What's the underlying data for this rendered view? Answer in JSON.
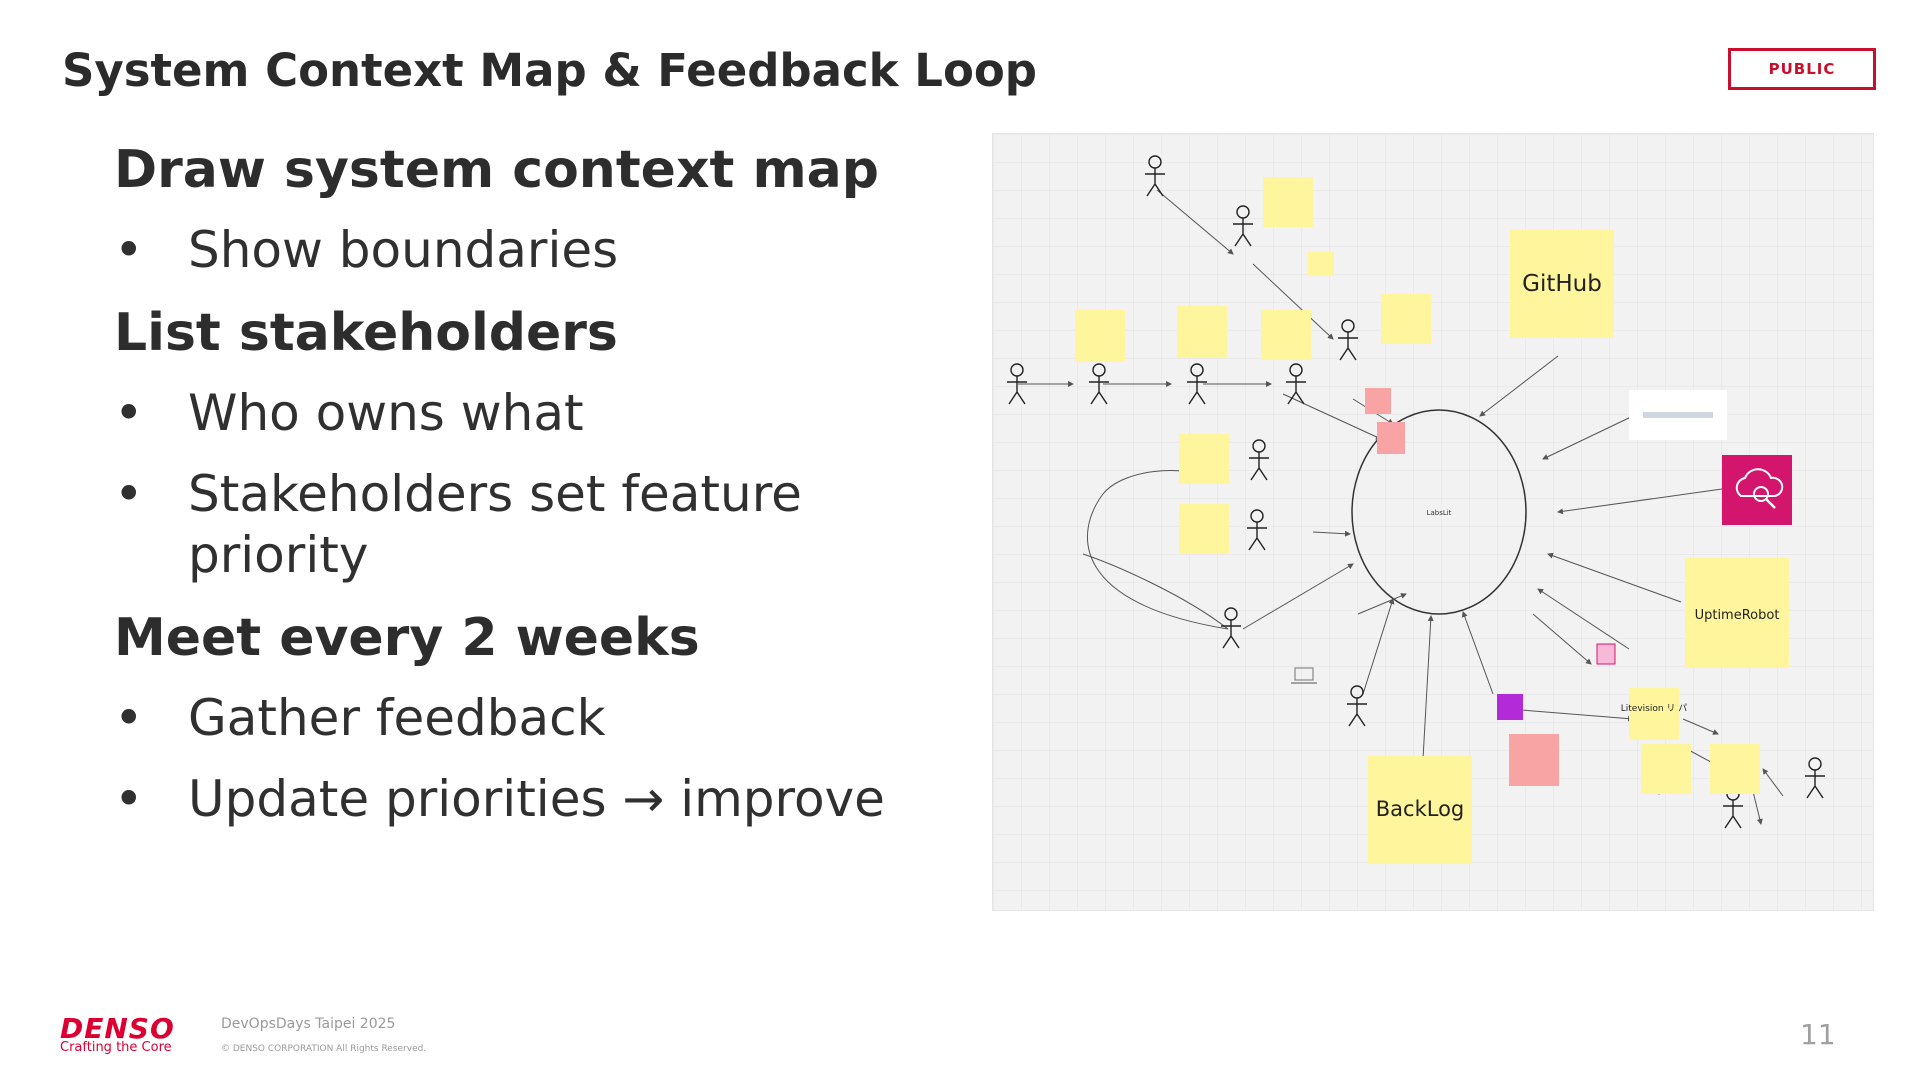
{
  "slide": {
    "title": "System Context Map & Feedback Loop",
    "badge": "PUBLIC",
    "accent_color": "#c8102e"
  },
  "bullets": [
    {
      "kind": "heading",
      "text": "Draw system context map"
    },
    {
      "kind": "item",
      "text": "Show boundaries"
    },
    {
      "kind": "heading",
      "text": "List stakeholders"
    },
    {
      "kind": "item",
      "text": "Who owns what"
    },
    {
      "kind": "item",
      "text": "Stakeholders set feature priority"
    },
    {
      "kind": "heading",
      "text": "Meet every 2 weeks"
    },
    {
      "kind": "item",
      "text": "Gather feedback"
    },
    {
      "kind": "item",
      "text": "Update priorities → improve"
    }
  ],
  "diagram": {
    "center_label": "LabsLit",
    "sticky_color": "#fff59d",
    "alert_color": "#f8a4a4",
    "notes": {
      "github": "GitHub",
      "uptimerobot": "UptimeRobot",
      "backlog": "BackLog",
      "litevision": "Litevision リ パ"
    },
    "icons": [
      "search-cloud-icon",
      "logo-card",
      "laptop-icon",
      "gear-service-icon",
      "brain-service-icon"
    ]
  },
  "footer": {
    "logo": "DENSO",
    "tagline": "Crafting the Core",
    "event": "DevOpsDays Taipei 2025",
    "copyright": "© DENSO CORPORATION All Rights Reserved.",
    "page_number": "11"
  }
}
